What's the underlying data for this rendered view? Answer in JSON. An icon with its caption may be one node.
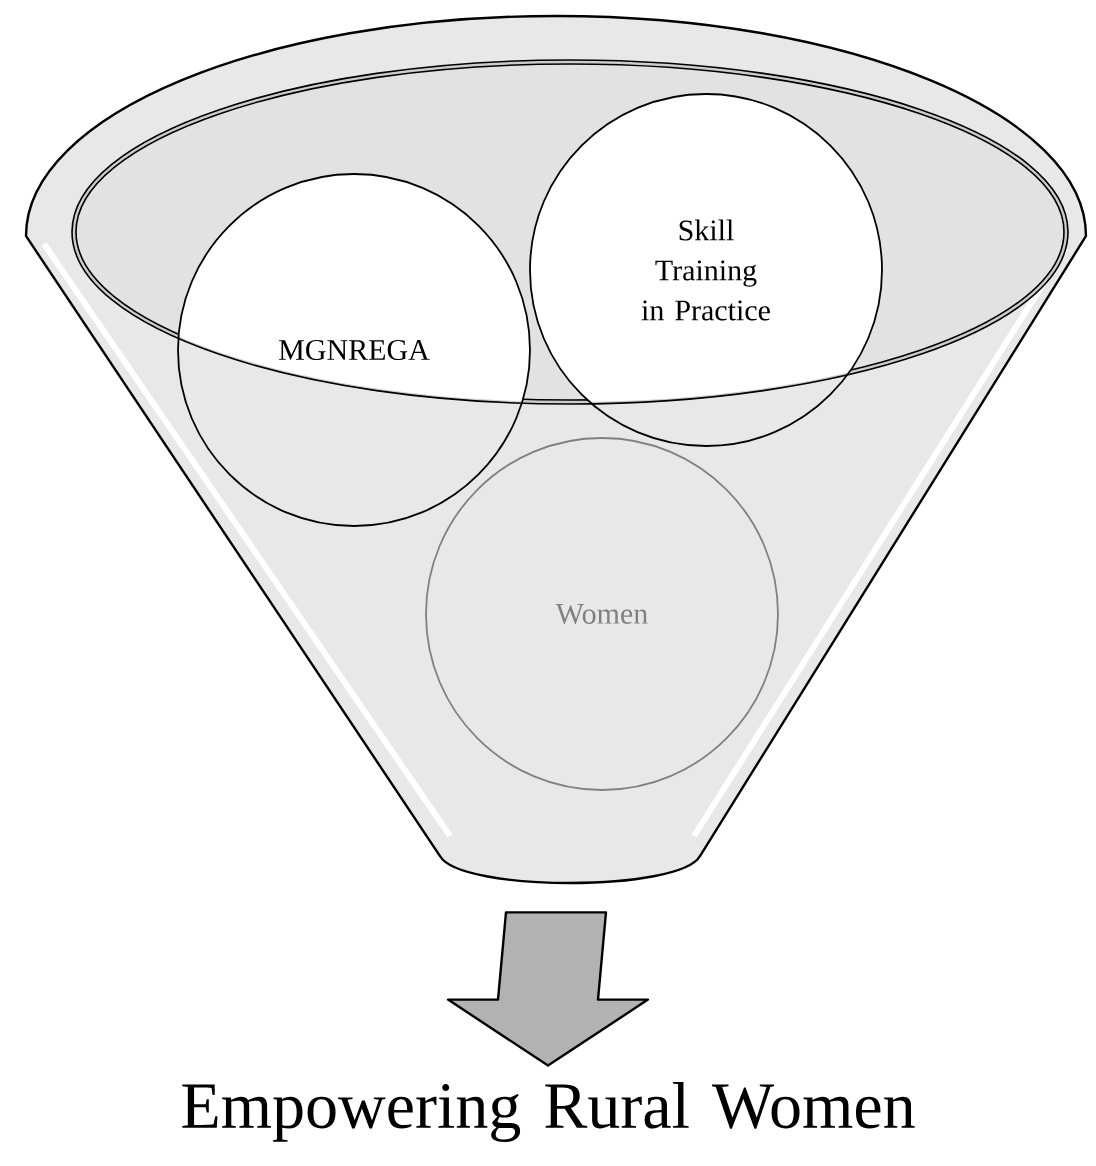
{
  "diagram": {
    "nodes": [
      {
        "text": [],
        "shape": "funnel"
      },
      {
        "text": [
          "MGNREGA"
        ],
        "in": 0
      },
      {
        "text": [
          "Skill Training in Practice"
        ],
        "in": 0
      },
      {
        "text": [
          "Women"
        ],
        "in": 0
      },
      {
        "text": [
          "Empowering Rural Women"
        ]
      }
    ],
    "edges": [
      {
        "from": 0,
        "to": 4,
        "arrow": "to"
      }
    ]
  }
}
